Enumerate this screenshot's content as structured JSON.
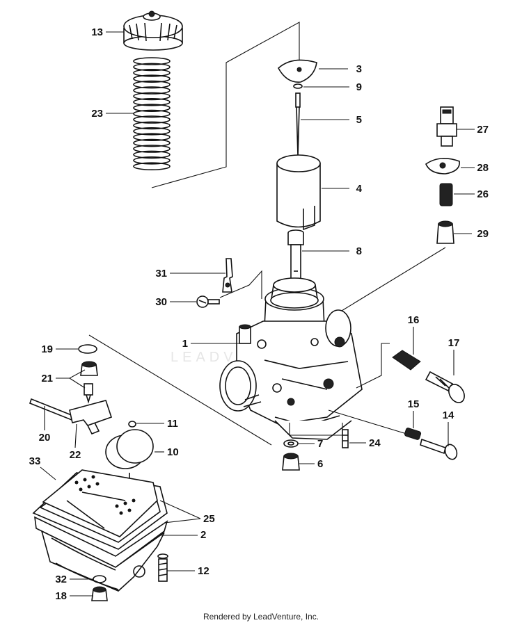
{
  "watermark": "LEADVENTURE",
  "credit": "Rendered by LeadVenture, Inc.",
  "callouts": [
    {
      "num": "13",
      "part": "cap"
    },
    {
      "num": "23",
      "part": "spring"
    },
    {
      "num": "3",
      "part": "needle-clip-plate"
    },
    {
      "num": "9",
      "part": "needle-clip"
    },
    {
      "num": "5",
      "part": "jet-needle"
    },
    {
      "num": "4",
      "part": "throttle-valve"
    },
    {
      "num": "8",
      "part": "needle-jet"
    },
    {
      "num": "27",
      "part": "fuel-inlet-fitting"
    },
    {
      "num": "28",
      "part": "inlet-washer"
    },
    {
      "num": "26",
      "part": "inlet-spring"
    },
    {
      "num": "29",
      "part": "inlet-plunger"
    },
    {
      "num": "31",
      "part": "cable-bracket"
    },
    {
      "num": "30",
      "part": "bracket-screw"
    },
    {
      "num": "1",
      "part": "carburetor-body"
    },
    {
      "num": "16",
      "part": "throttle-stop-spring"
    },
    {
      "num": "17",
      "part": "throttle-stop-screw"
    },
    {
      "num": "19",
      "part": "o-ring"
    },
    {
      "num": "21",
      "part": "float-needle-valve"
    },
    {
      "num": "20",
      "part": "float-arm-pin"
    },
    {
      "num": "22",
      "part": "float-arm"
    },
    {
      "num": "11",
      "part": "float-clip"
    },
    {
      "num": "10",
      "part": "float"
    },
    {
      "num": "15",
      "part": "air-screw-spring"
    },
    {
      "num": "14",
      "part": "air-screw"
    },
    {
      "num": "7",
      "part": "jet-washer"
    },
    {
      "num": "24",
      "part": "pilot-jet"
    },
    {
      "num": "6",
      "part": "main-jet"
    },
    {
      "num": "33",
      "part": "float-bowl-baffle"
    },
    {
      "num": "25",
      "part": "float-bowl-gasket"
    },
    {
      "num": "2",
      "part": "float-bowl"
    },
    {
      "num": "12",
      "part": "bowl-screw"
    },
    {
      "num": "32",
      "part": "drain-washer"
    },
    {
      "num": "18",
      "part": "drain-plug"
    }
  ]
}
